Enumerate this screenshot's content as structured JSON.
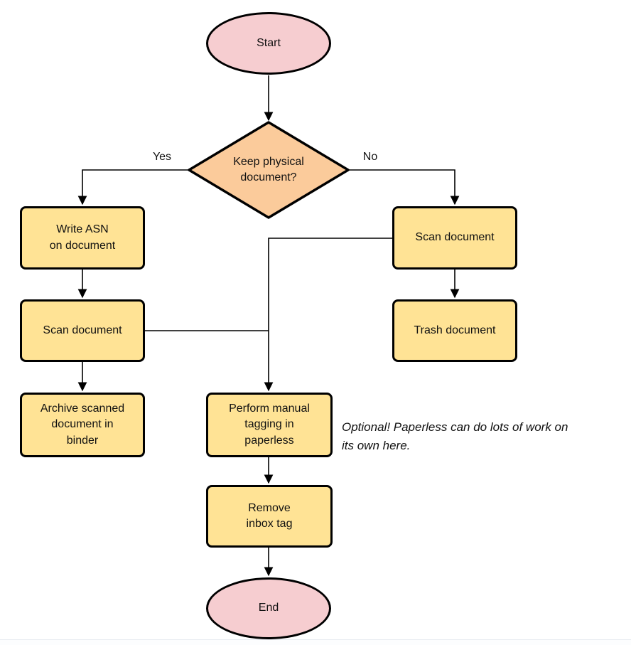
{
  "colors": {
    "terminator_fill": "#f6cdd0",
    "decision_fill": "#fbcb9b",
    "process_fill": "#ffe395",
    "stroke": "#000000",
    "connector": "#000000"
  },
  "nodes": {
    "start": {
      "label": "Start",
      "type": "terminator"
    },
    "decision": {
      "label": "Keep physical\ndocument?",
      "type": "decision"
    },
    "write_asn": {
      "label": "Write ASN\non document",
      "type": "process"
    },
    "scan_left": {
      "label": "Scan document",
      "type": "process"
    },
    "archive": {
      "label": "Archive scanned\ndocument in\nbinder",
      "type": "process"
    },
    "scan_right": {
      "label": "Scan document",
      "type": "process"
    },
    "trash": {
      "label": "Trash document",
      "type": "process"
    },
    "tagging": {
      "label": "Perform manual\ntagging in\npaperless",
      "type": "process"
    },
    "remove_inbox": {
      "label": "Remove\ninbox tag",
      "type": "process"
    },
    "end": {
      "label": "End",
      "type": "terminator"
    }
  },
  "edge_labels": {
    "yes": "Yes",
    "no": "No"
  },
  "annotation": {
    "text": "Optional! Paperless can do lots of work on\nits own here."
  }
}
